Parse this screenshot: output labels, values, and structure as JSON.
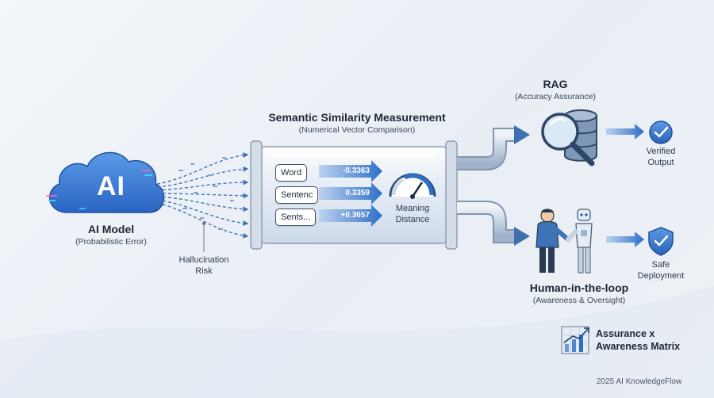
{
  "ai_model": {
    "cloud_text": "AI",
    "label": "AI Model",
    "sublabel": "(Probabilistic Error)"
  },
  "hallucination": {
    "line1": "Hallucination",
    "line2": "Risk"
  },
  "semantic": {
    "title": "Semantic Similarity Measurement",
    "subtitle": "(Numerical Vector Comparison)",
    "rows": [
      {
        "label": "Word",
        "value": "-0.3363"
      },
      {
        "label": "Sentenc",
        "value": "0.3359"
      },
      {
        "label": "Sents...",
        "value": "+0.3657"
      }
    ],
    "gauge_label_1": "Meaning",
    "gauge_label_2": "Distance"
  },
  "rag": {
    "title": "RAG",
    "subtitle": "(Accuracy Assurance)",
    "output_1": "Verified",
    "output_2": "Output"
  },
  "hitl": {
    "title": "Human-in-the-loop",
    "subtitle": "(Awareness & Oversight)",
    "output_1": "Safe",
    "output_2": "Deployment"
  },
  "matrix": {
    "line1": "Assurance x",
    "line2": "Awareness Matrix"
  },
  "footer": "2025 AI KnowledgeFlow",
  "colors": {
    "accent": "#2f6fc8",
    "accent_dark": "#244f8f",
    "outline": "#3e4f66"
  }
}
